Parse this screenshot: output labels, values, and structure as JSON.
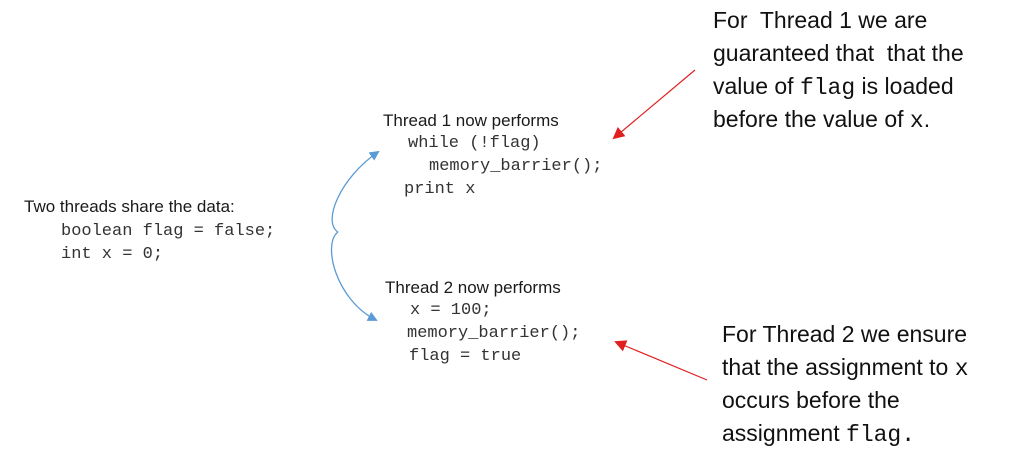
{
  "shared": {
    "heading": "Two threads share the data:",
    "lines": [
      "boolean flag = false;",
      "int x = 0;"
    ]
  },
  "thread1": {
    "heading": "Thread 1 now performs",
    "lines": [
      "while (!flag)",
      "memory_barrier();",
      "print x"
    ]
  },
  "thread2": {
    "heading": "Thread 2 now performs",
    "lines": [
      "x = 100;",
      "memory_barrier();",
      "flag = true"
    ]
  },
  "note1": {
    "l1": "For  Thread 1 we are",
    "l2": "guaranteed that  that the",
    "l3a": "value of ",
    "l3code": "flag",
    "l3b": " is loaded",
    "l4a": "before the value of ",
    "l4code": "x",
    "l4b": "."
  },
  "note2": {
    "l1": "For Thread 2 we ensure",
    "l2a": "that the assignment to ",
    "l2code": "x",
    "l3": "occurs before the",
    "l4a": "assignment ",
    "l4code": "flag."
  },
  "colors": {
    "branch_arrow": "#5b9bd5",
    "note_arrow": "#e02020"
  }
}
